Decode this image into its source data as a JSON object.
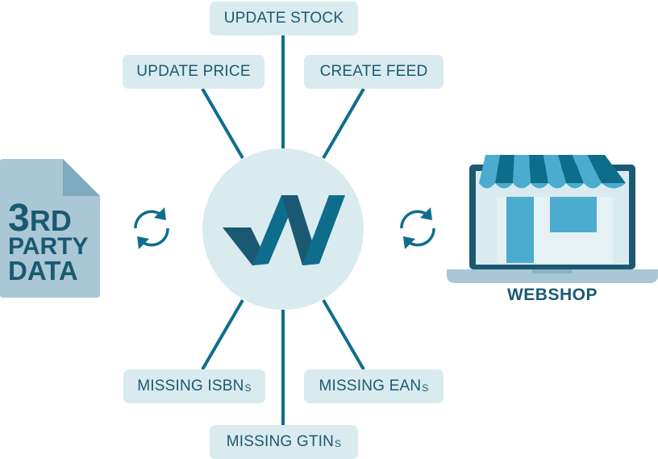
{
  "spokes": {
    "update_stock": "UPDATE STOCK",
    "update_price": "UPDATE PRICE",
    "create_feed": "CREATE FEED",
    "missing_isbn": {
      "label": "MISSING ISBN",
      "suffix": "S"
    },
    "missing_ean": {
      "label": "MISSING EAN",
      "suffix": "S"
    },
    "missing_gtin": {
      "label": "MISSING GTIN",
      "suffix": "S"
    }
  },
  "source": {
    "line1_big": "3",
    "line1_small": "RD",
    "line2": "PARTY",
    "line3": "DATA"
  },
  "target": {
    "label": "WEBSHOP"
  },
  "hub": {
    "logo_icon": "w-logo-icon"
  },
  "icons": {
    "left_sync": "sync-icon",
    "right_sync": "sync-icon"
  },
  "colors": {
    "primary": "#0f6d8c",
    "dark": "#1b5972",
    "light": "#d9ebef",
    "accent": "#4bacd0",
    "doc": "#a9c7d4"
  }
}
